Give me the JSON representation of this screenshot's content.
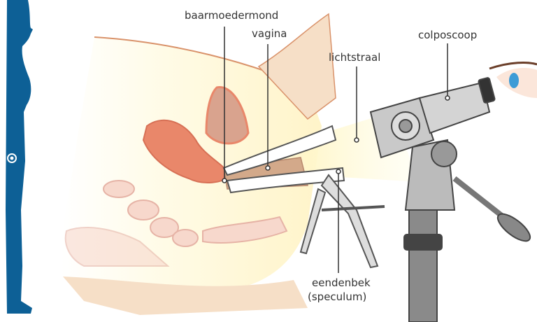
{
  "labels": {
    "cervix": "baarmoedermond",
    "vagina": "vagina",
    "light": "lichtstraal",
    "colposcope": "colposcoop",
    "speculum_line1": "eendenbek",
    "speculum_line2": "(speculum)"
  },
  "colors": {
    "silhouette": "#0d6096",
    "body": "#f6dfc7",
    "uterus": "#e9876a",
    "bone": "#f7d8cc",
    "scope": "#c9c9c9"
  }
}
